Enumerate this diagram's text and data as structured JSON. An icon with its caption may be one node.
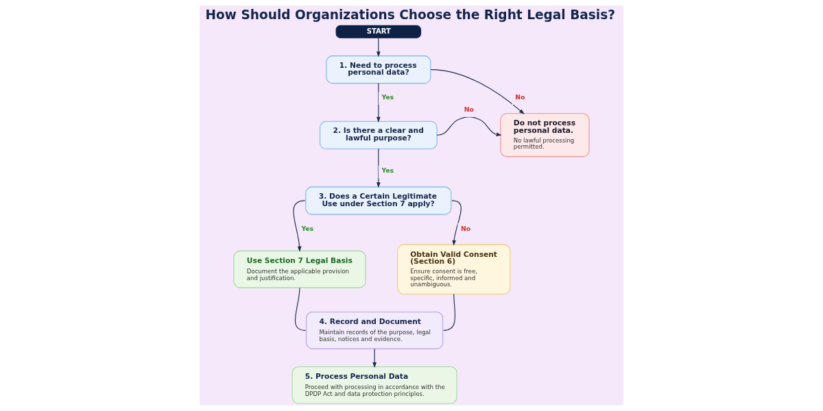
{
  "diagram": {
    "title": "How Should Organizations Choose the Right Legal Basis?",
    "nodes": [
      {
        "text": [
          "START"
        ]
      },
      {
        "text": [
          "1. Need to process personal data?"
        ]
      },
      {
        "text": [
          "2. Is there a clear and lawful purpose?"
        ]
      },
      {
        "text": [
          "Do not process personal data.",
          "No lawful processing permitted."
        ]
      },
      {
        "text": [
          "3. Does a Certain Legitimate Use under Section 7 apply?"
        ]
      },
      {
        "text": [
          "Use Section 7 Legal Basis",
          "Document the applicable provision and justification."
        ]
      },
      {
        "text": [
          "Obtain Valid Consent (Section 6)",
          "Ensure consent is free, specific, informed and unambiguous."
        ]
      },
      {
        "text": [
          "4. Record and Document",
          "Maintain records of the purpose, legal basis, notices and evidence."
        ]
      },
      {
        "text": [
          "5. Process Personal Data",
          "Proceed with processing in accordance with the DPDP Act and data protection principles."
        ]
      }
    ],
    "edges": [
      {
        "from": 0,
        "to": 1,
        "arrow": "to"
      },
      {
        "from": 1,
        "to": 3,
        "arrow": "to",
        "label": "No"
      },
      {
        "from": 1,
        "to": 2,
        "arrow": "to",
        "label": "Yes"
      },
      {
        "from": 2,
        "to": 3,
        "arrow": "to",
        "label": "No"
      },
      {
        "from": 2,
        "to": 4,
        "arrow": "to",
        "label": "Yes"
      },
      {
        "from": 4,
        "to": 5,
        "arrow": "to",
        "label": "Yes"
      },
      {
        "from": 4,
        "to": 6,
        "arrow": "to",
        "label": "No"
      },
      {
        "from": 5,
        "to": 7,
        "arrow": "none"
      },
      {
        "from": 6,
        "to": 7,
        "arrow": "none"
      },
      {
        "from": 7,
        "to": 8,
        "arrow": "to"
      }
    ]
  }
}
